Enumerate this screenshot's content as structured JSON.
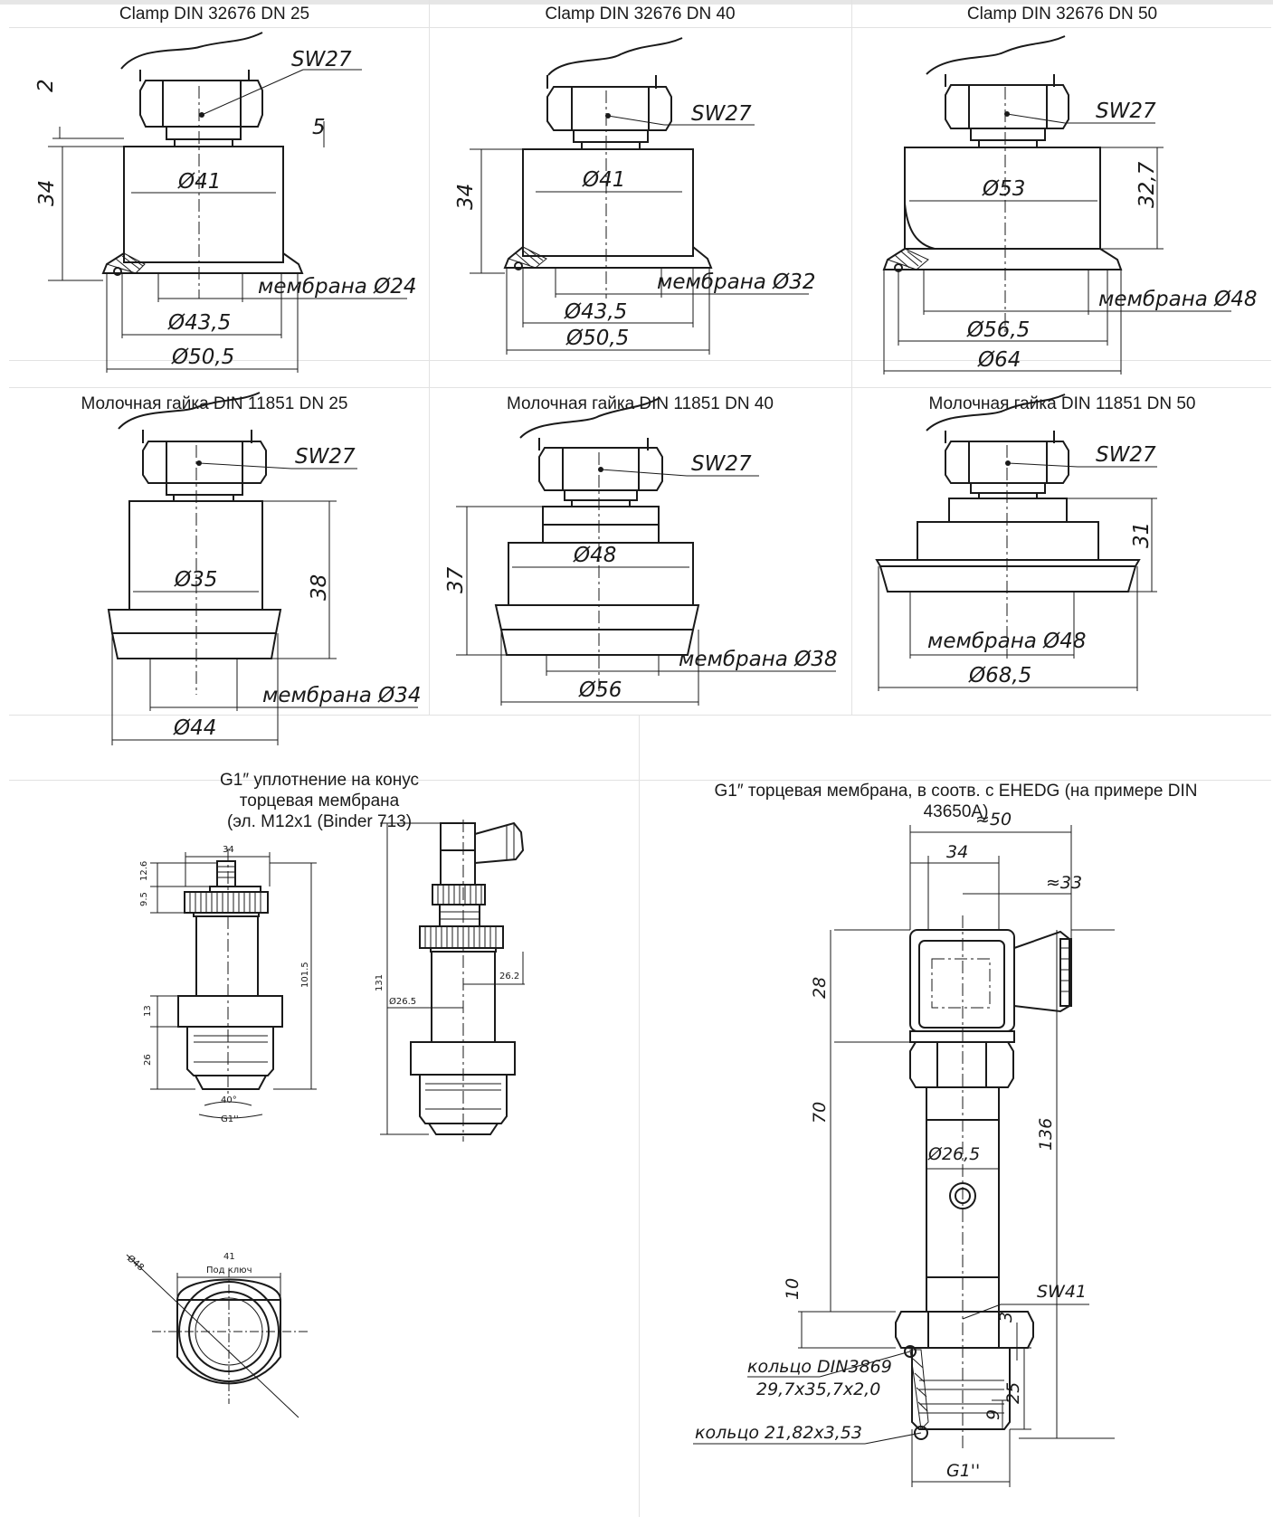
{
  "sections": {
    "row1": [
      {
        "caption": "Clamp DIN 32676 DN 25",
        "sw": "SW27",
        "dims": [
          "2",
          "5",
          "34",
          "Ø41",
          "мембрана Ø24",
          "Ø43,5",
          "Ø50,5"
        ]
      },
      {
        "caption": "Clamp DIN 32676 DN 40",
        "sw": "SW27",
        "dims": [
          "34",
          "Ø41",
          "мембрана Ø32",
          "Ø43,5",
          "Ø50,5"
        ]
      },
      {
        "caption": "Clamp DIN 32676 DN 50",
        "sw": "SW27",
        "dims": [
          "32,7",
          "Ø53",
          "мембрана Ø48",
          "Ø56,5",
          "Ø64"
        ]
      }
    ],
    "row2": [
      {
        "caption": "Молочная гайка DIN 11851 DN 25",
        "sw": "SW27",
        "dims": [
          "38",
          "Ø35",
          "мембрана Ø34",
          "Ø44"
        ]
      },
      {
        "caption": "Молочная гайка DIN 11851 DN 40",
        "sw": "SW27",
        "dims": [
          "37",
          "Ø48",
          "мембрана Ø38",
          "Ø56"
        ]
      },
      {
        "caption": "Молочная гайка DIN 11851 DN 50",
        "sw": "SW27",
        "dims": [
          "31",
          "мембрана Ø48",
          "Ø68,5"
        ]
      }
    ],
    "row3": [
      {
        "caption_lines": [
          "G1″ уплотнение на конус",
          "торцевая мембрана",
          "(эл. M12x1 (Binder 713)"
        ],
        "dims": [
          "34",
          "12.6",
          "9.5",
          "101.5",
          "13",
          "26",
          "40°",
          "G1''",
          "131",
          "26.2",
          "Ø26.5",
          "41",
          "Под ключ",
          "Ø48"
        ]
      },
      {
        "caption_lines": [
          "G1″ торцевая мембрана, в соотв. с EHEDG (на примере DIN",
          "43650A)"
        ],
        "dims": [
          "≈50",
          "34",
          "≈33",
          "28",
          "70",
          "136",
          "Ø26,5",
          "SW41",
          "10",
          "3",
          "кольцо DIN3869",
          "29,7x35,7x2,0",
          "25",
          "9",
          "кольцо 21,82x3,53",
          "G1''"
        ]
      }
    ]
  }
}
